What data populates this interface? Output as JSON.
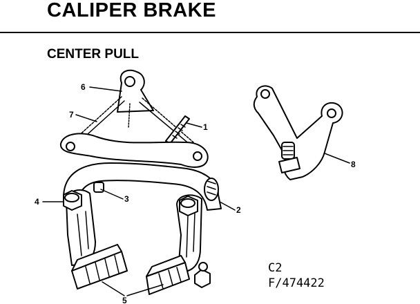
{
  "header": {
    "title": "CALIPER BRAKE",
    "subtitle": "CENTER PULL"
  },
  "callouts": [
    "1",
    "2",
    "3",
    "4",
    "5",
    "6",
    "7",
    "8"
  ],
  "codes": {
    "line1": "C2",
    "line2": "F/474422"
  }
}
